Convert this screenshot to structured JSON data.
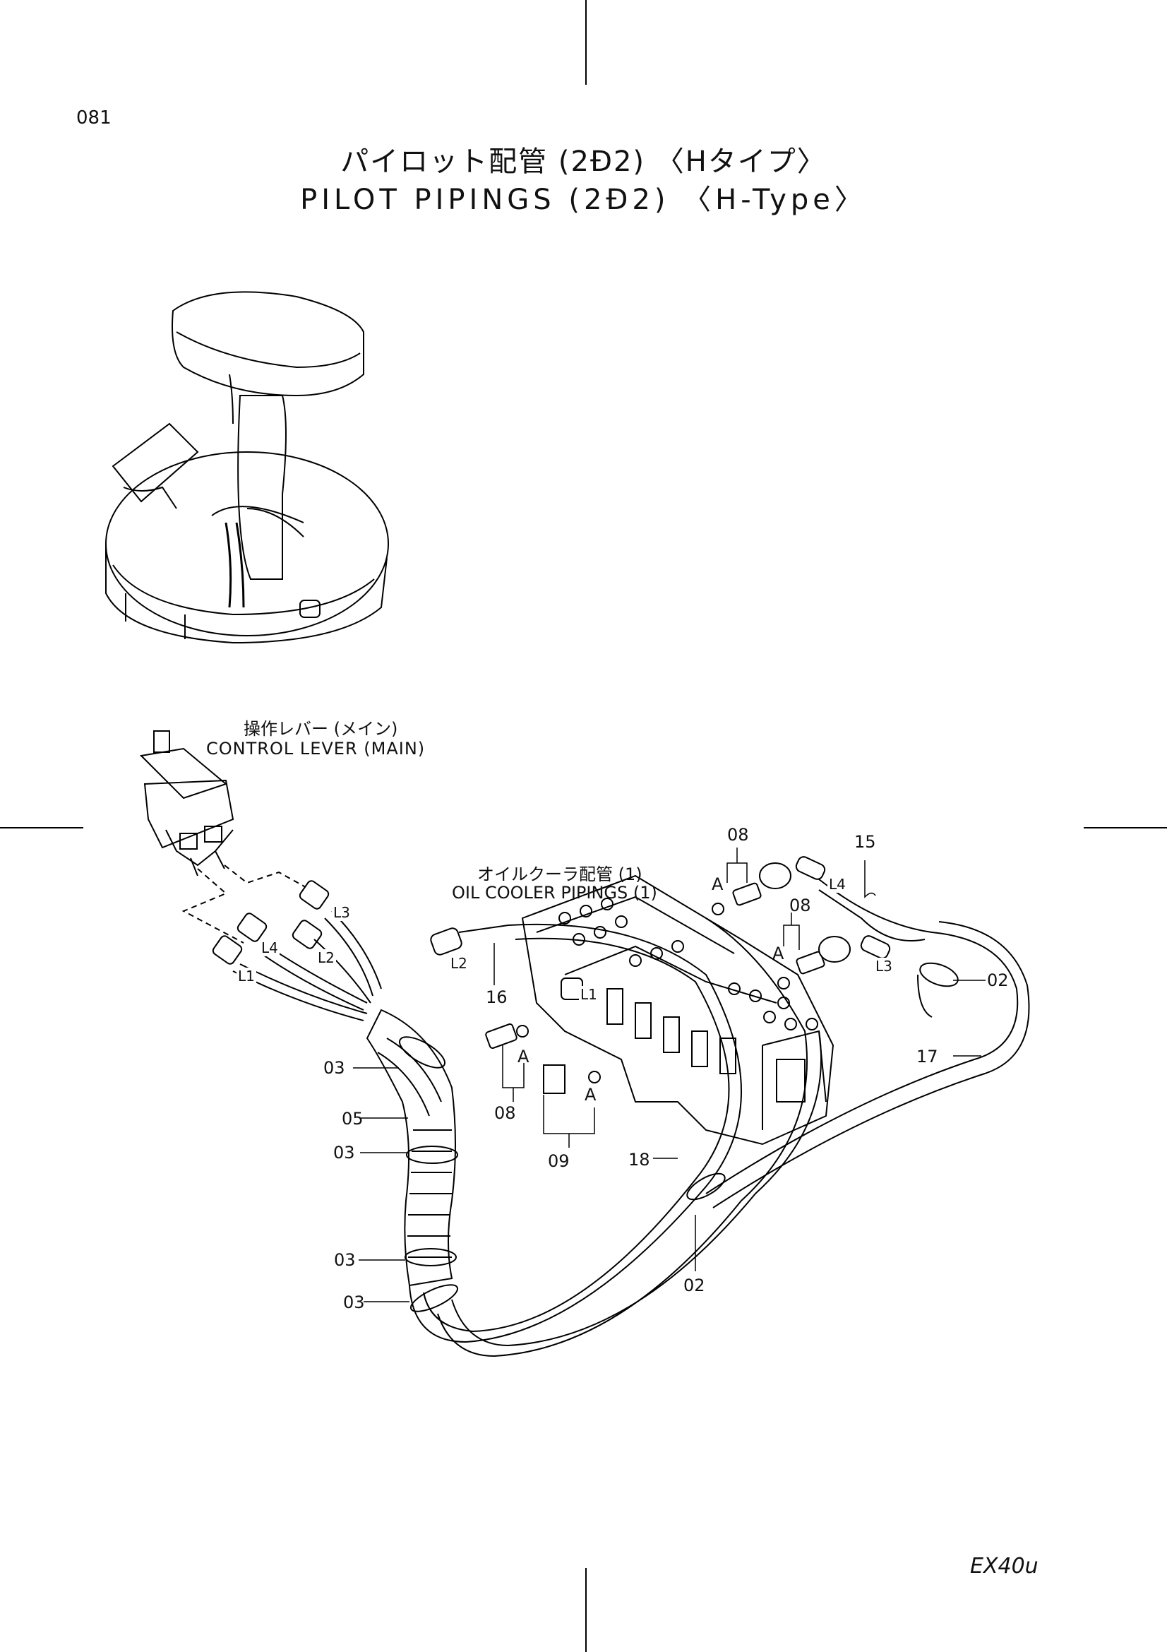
{
  "page_number": "081",
  "title": {
    "jp": "パイロット配管 (2Đ2) 〈Hタイプ〉",
    "en": "PILOT PIPINGS (2Đ2) 〈H-Type〉"
  },
  "labels": {
    "control_lever_jp": "操作レバー (メイン)",
    "control_lever_en": "CONTROL LEVER (MAIN)",
    "oil_cooler_jp": "オイルクーラ配管 (1)",
    "oil_cooler_en": "OIL COOLER PIPINGS (1)"
  },
  "callouts": {
    "c08_top": "08",
    "c15": "15",
    "c08_mid": "08",
    "c02_right": "02",
    "c17": "17",
    "c16": "16",
    "c03_a": "03",
    "c05": "05",
    "c03_b": "03",
    "c08_low": "08",
    "c09": "09",
    "c18": "18",
    "c03_c": "03",
    "c03_d": "03",
    "c02_bottom": "02",
    "A1": "A",
    "A2": "A",
    "A3": "A",
    "A4": "A"
  },
  "pipe_labels": {
    "l3": "L3",
    "l4_left": "L4",
    "l2_left": "L2",
    "l1_left": "L1",
    "l2_mid": "L2",
    "l1_mid": "L1",
    "l4_right": "L4",
    "l3_right": "L3"
  },
  "model_code": "EX40u"
}
